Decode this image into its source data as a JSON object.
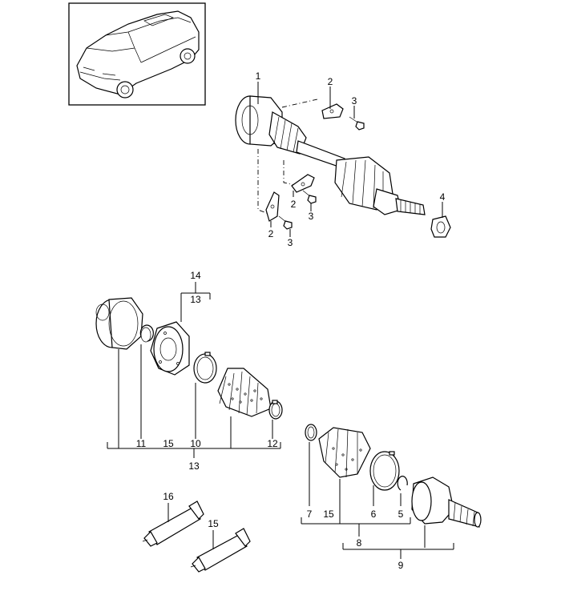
{
  "callouts": {
    "c1": "1",
    "c2a": "2",
    "c2b": "2",
    "c2c": "2",
    "c3a": "3",
    "c3b": "3",
    "c3c": "3",
    "c4": "4",
    "c14": "14",
    "c13top": "13",
    "c11": "11",
    "c15a": "15",
    "c10": "10",
    "c12": "12",
    "c13bot": "13",
    "c7": "7",
    "c15b": "15",
    "c6": "6",
    "c5": "5",
    "c8": "8",
    "c9": "9",
    "c16": "16",
    "c15c": "15"
  },
  "icons": {
    "car": "vehicle-thumbnail-icon"
  }
}
